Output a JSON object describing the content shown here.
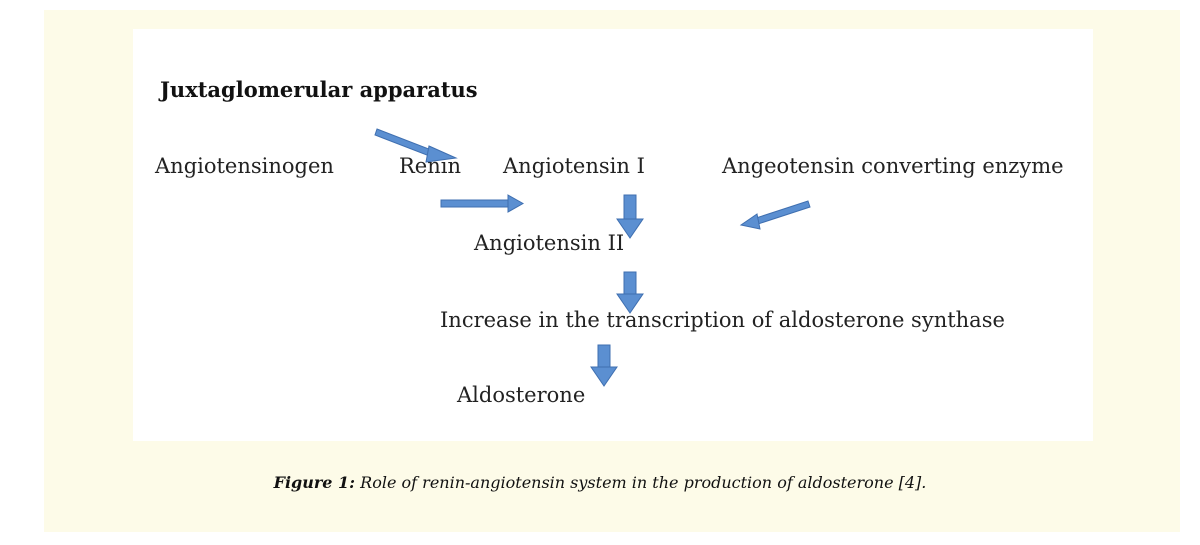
{
  "diagram": {
    "title": "Juxtaglomerular apparatus",
    "nodes": {
      "angiotensinogen": "Angiotensinogen",
      "renin": "Renin",
      "angiotensin_i": "Angiotensin I",
      "ace": "Angeotensin converting enzyme",
      "angiotensin_ii": "Angiotensin II",
      "transcription": "Increase in the transcription of aldosterone synthase",
      "aldosterone": "Aldosterone"
    },
    "arrow_color": "#5b8fd1"
  },
  "caption": {
    "label": "Figure 1:",
    "text": " Role of renin-angiotensin system in the production of aldosterone [4]."
  }
}
